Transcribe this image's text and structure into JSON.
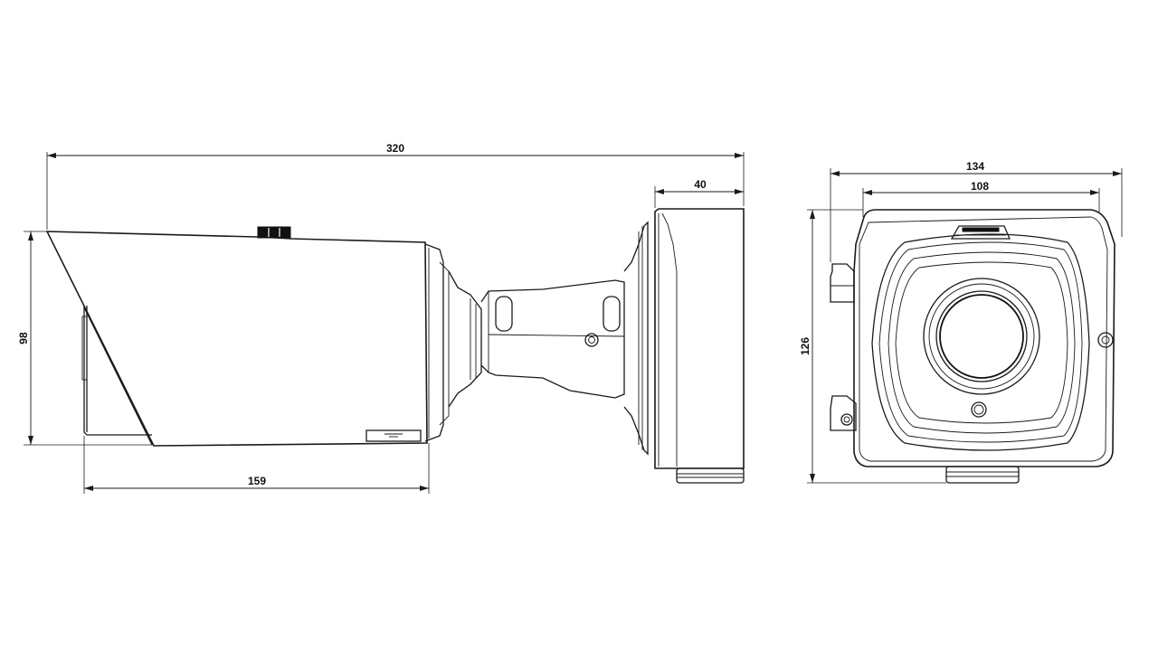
{
  "dimensions": {
    "overall_length": "320",
    "mount_depth": "40",
    "housing_height": "98",
    "housing_length": "159",
    "front_width_outer": "134",
    "front_width_inner": "108",
    "front_height": "126"
  },
  "colors": {
    "line": "#1a1a1a",
    "background": "#ffffff"
  }
}
